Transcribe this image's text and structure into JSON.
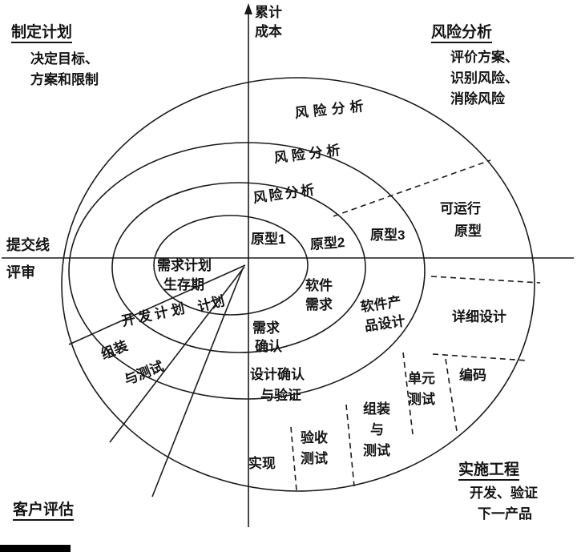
{
  "corners": {
    "top_left": {
      "title": "制定计划",
      "lines": [
        "决定目标、",
        "方案和限制"
      ]
    },
    "top_right": {
      "title": "风险分析",
      "lines": [
        "评价方案、",
        "识别风险、",
        "消除风险"
      ]
    },
    "bottom_left": {
      "title": "客户评估"
    },
    "bottom_right": {
      "title": "实施工程",
      "lines": [
        "开发、验证",
        "下一产品"
      ]
    }
  },
  "axes": {
    "vertical_label": [
      "累计",
      "成本"
    ],
    "left_above": "提交线",
    "left_below": "评审"
  },
  "spiral": {
    "risk_outer": "风险分析",
    "risk_middle": "风险分析",
    "risk_inner": "风险分析",
    "prototype1": "原型1",
    "prototype2": "原型2",
    "prototype3": "原型3",
    "operational_prototype": [
      "可运行",
      "原型"
    ],
    "requirements_plan": [
      "需求计划",
      "生存期",
      "计划"
    ],
    "development_plan": "开发计划",
    "integration_test_plan": [
      "组装",
      "与测试"
    ],
    "software_requirements": [
      "软件",
      "需求"
    ],
    "requirements_validation": [
      "需求",
      "确认"
    ],
    "software_product_design": [
      "软件产",
      "品设计"
    ],
    "detailed_design": "详细设计",
    "design_validation": [
      "设计确认",
      "与验证"
    ],
    "unit_test": [
      "单元",
      "测试"
    ],
    "coding": "编码",
    "integration_test": [
      "组装",
      "与",
      "测试"
    ],
    "acceptance_test": [
      "验收",
      "测试"
    ],
    "implementation": "实现"
  }
}
